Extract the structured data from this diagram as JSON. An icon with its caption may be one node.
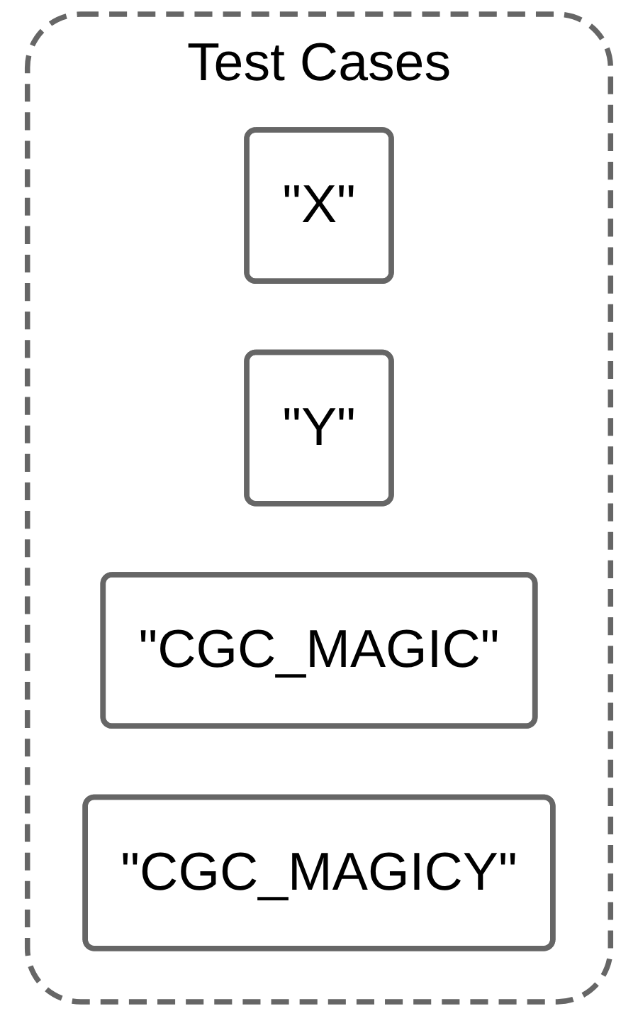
{
  "diagram": {
    "nodes": [
      {
        "text": [
          "Test Cases"
        ]
      },
      {
        "text": [
          "\"X\""
        ],
        "in": 0
      },
      {
        "text": [
          "\"Y\""
        ],
        "in": 0
      },
      {
        "text": [
          "\"CGC_MAGIC\""
        ],
        "in": 0
      },
      {
        "text": [
          "\"CGC_MAGICY\""
        ],
        "in": 0
      }
    ],
    "edges": []
  }
}
